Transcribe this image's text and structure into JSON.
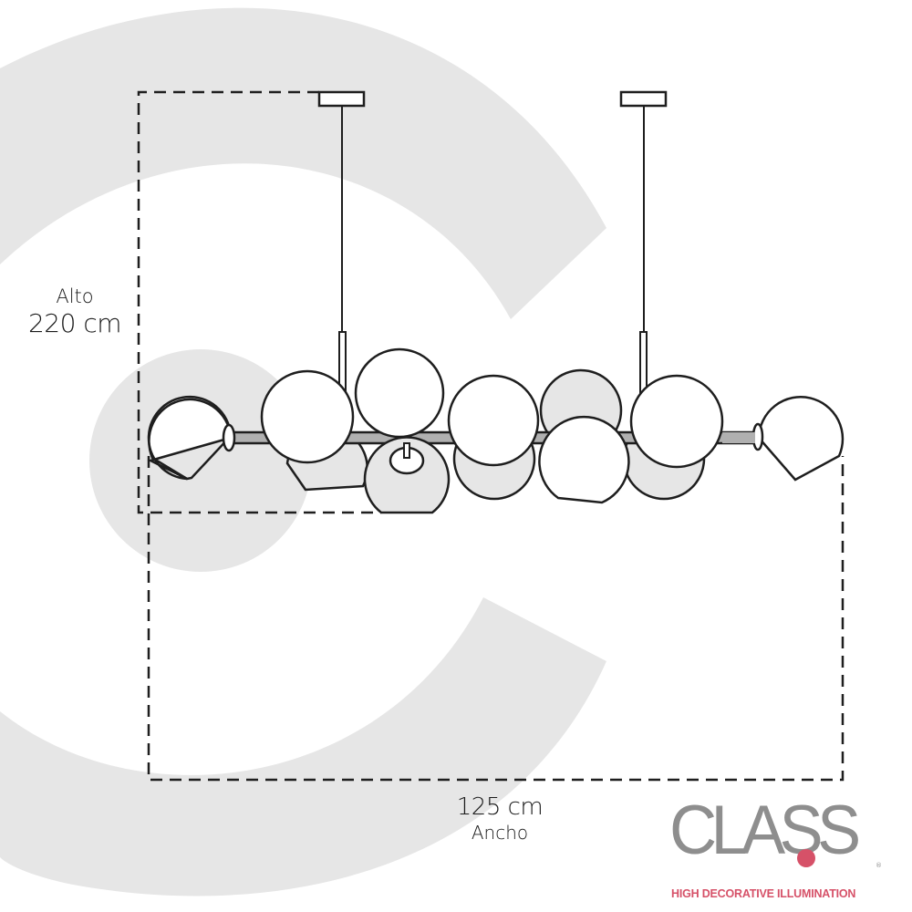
{
  "diagram": {
    "type": "product-dimension-drawing",
    "subject": "horizontal pendant lamp with 12 glass globes on a bar, suspended by two rods from ceiling canopies"
  },
  "dimensions": {
    "height": {
      "label": "Alto",
      "value": "220 cm"
    },
    "width": {
      "label": "Ancho",
      "value": "125 cm"
    }
  },
  "brand": {
    "name": "CLASS",
    "tagline": "HIGH DECORATIVE ILLUMINATION",
    "registered_mark": "®",
    "colors": {
      "wordmark": "#8e8e8e",
      "accent": "#d65168"
    }
  },
  "colors": {
    "background": "#ffffff",
    "watermark": "#e6e6e6",
    "line": "#1e1e1e",
    "bar": "#b0b0b0",
    "shaded_globe": "#e6e6e6"
  }
}
